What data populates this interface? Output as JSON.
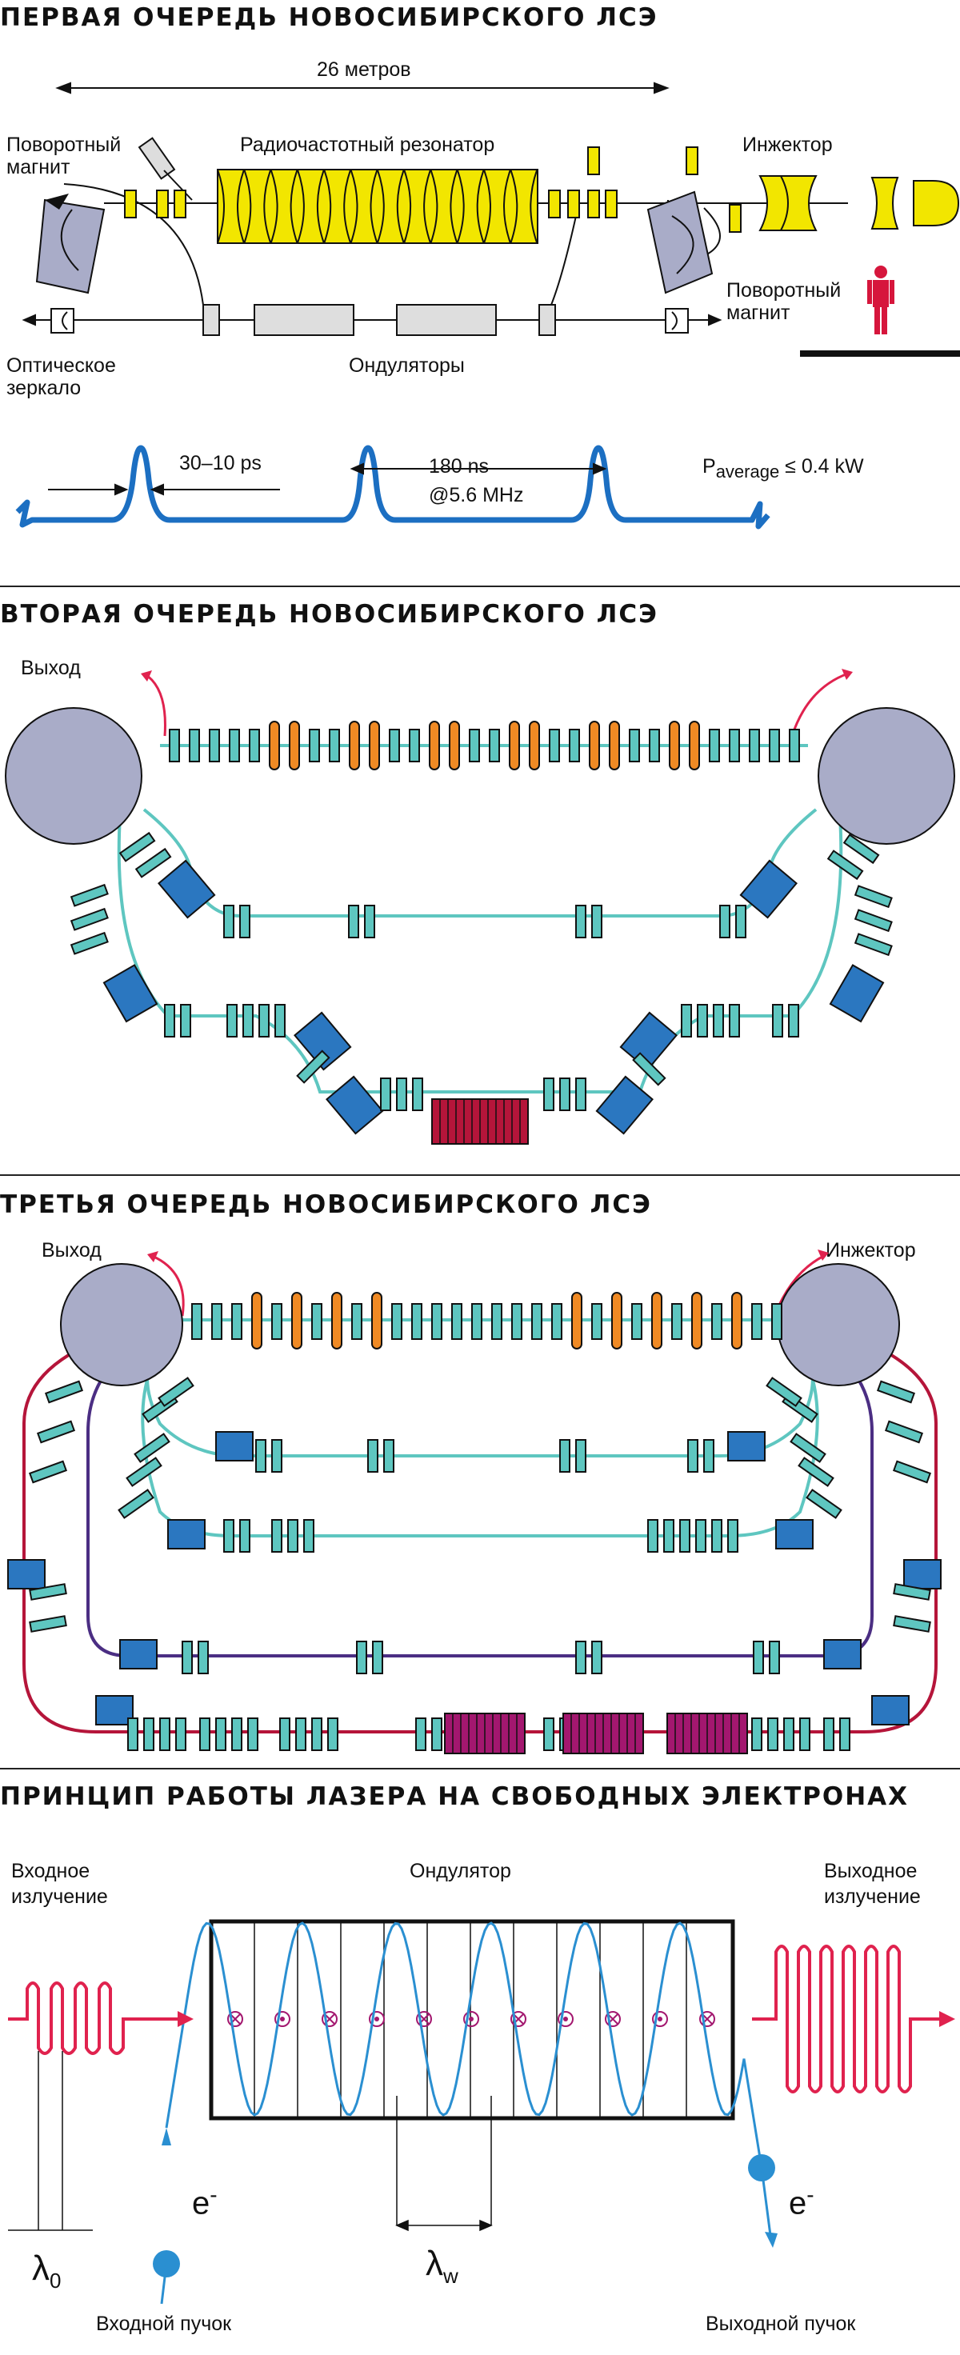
{
  "section1": {
    "title": "ПЕРВАЯ ОЧЕРЕДЬ НОВОСИБИРСКОГО ЛСЭ",
    "length_label": "26 метров",
    "bending_magnet_left_1": "Поворотный",
    "bending_magnet_left_2": "магнит",
    "rf_resonator": "Радиочастотный резонатор",
    "injector": "Инжектор",
    "bending_magnet_right_1": "Поворотный",
    "bending_magnet_right_2": "магнит",
    "mirror_1": "Оптическое",
    "mirror_2": "зеркало",
    "undulators": "Ондуляторы",
    "pulse_width": "30–10 ps",
    "pulse_period_1": "180 ns",
    "pulse_period_2": "@5.6 MHz",
    "power_P": "P",
    "power_sub": "average",
    "power_val": " ≤ 0.4 kW"
  },
  "section2": {
    "title": "ВТОРАЯ ОЧЕРЕДЬ НОВОСИБИРСКОГО ЛСЭ",
    "output": "Выход"
  },
  "section3": {
    "title": "ТРЕТЬЯ ОЧЕРЕДЬ НОВОСИБИРСКОГО ЛСЭ",
    "output": "Выход",
    "injector": "Инжектор"
  },
  "section4": {
    "title": "ПРИНЦИП РАБОТЫ ЛАЗЕРА НА СВОБОДНЫХ ЭЛЕКТРОНАХ",
    "input_rad_1": "Входное",
    "input_rad_2": "излучение",
    "undulator": "Ондулятор",
    "output_rad_1": "Выходное",
    "output_rad_2": "излучение",
    "electron_left": "e",
    "electron_right": "e",
    "electron_sup": "-",
    "lambda0": "λ",
    "lambda0_sub": "0",
    "lambdaw": "λ",
    "lambdaw_sub": "w",
    "input_beam": "Входной пучок",
    "output_beam": "Выходной пучок"
  },
  "colors": {
    "yellow": "#f2e600",
    "magnet": "#a9acc8",
    "teal": "#5ec6c0",
    "blue_magnet": "#2b77c0",
    "orange": "#f08a24",
    "crimson": "#b5153a",
    "magenta": "#a3176f",
    "pulse_blue": "#1c6fc2",
    "red_wave": "#e0224e",
    "wave_blue": "#2a8fd1",
    "purple_line": "#4b2e83"
  }
}
